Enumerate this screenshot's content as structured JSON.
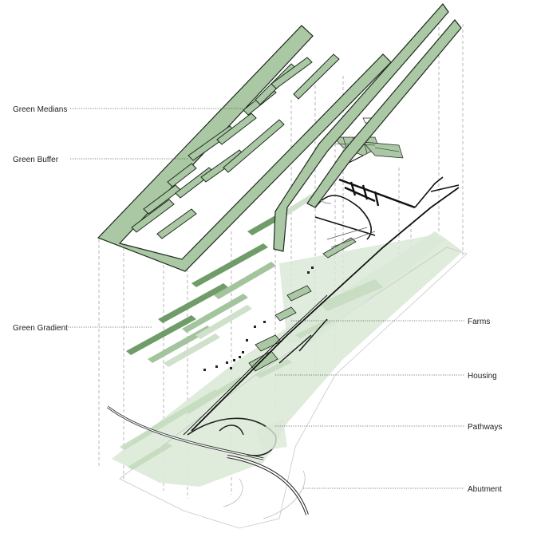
{
  "labels": {
    "green_medians": "Green Medians",
    "green_buffer": "Green Buffer",
    "green_gradient": "Green Gradient",
    "farms": "Farms",
    "housing": "Housing",
    "pathways": "Pathways",
    "abutment": "Abutment"
  },
  "colors": {
    "layer_fill": "#a9c8a3",
    "layer_stroke": "#1f2a1f",
    "gradient_dark": "#5f8f5a",
    "gradient_light": "#c7dcc2",
    "ghost": "#dbe9d7",
    "path": "#111111"
  }
}
